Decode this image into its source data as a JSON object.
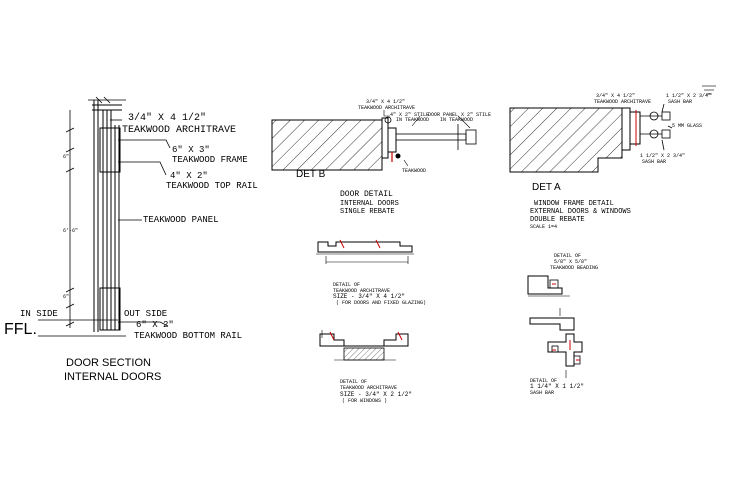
{
  "door_section": {
    "architrave_size": "3/4\" X 4 1/2\"",
    "architrave_label": "TEAKWOOD ARCHITRAVE",
    "frame_size": "6\" X 3\"",
    "frame_label": "TEAKWOOD FRAME",
    "top_rail_size": "4\" X 2\"",
    "top_rail_label": "TEAKWOOD TOP RAIL",
    "panel_label": "TEAKWOOD PANEL",
    "in_side": "IN SIDE",
    "out_side": "OUT SIDE",
    "bottom_rail_size": "6\" X 2\"",
    "bottom_rail_label": "TEAKWOOD BOTTOM RAIL",
    "ffl": "FFL.",
    "title_line1": "DOOR SECTION",
    "title_line2": "INTERNAL DOORS"
  },
  "det_b": {
    "label": "DET B",
    "note_architrave": "3/4\" X 4 1/2\"",
    "note_architrave_2": "TEAKWOOD ARCHITRAVE",
    "note_stile": "4\" X 2\" STILE",
    "note_stile_2": "IN TEAKWOOD",
    "note_door": "DOOR PANEL  X 2\" STILE",
    "note_door_2": "IN TEAKWOOD",
    "note_bottom": "TEAKWOOD",
    "title_1": "DOOR  DETAIL",
    "title_2": "INTERNAL DOORS",
    "title_3": "SINGLE REBATE"
  },
  "det_a": {
    "label": "DET A",
    "note_architrave": "3/4\" X 4 1/2\"",
    "note_architrave_2": "TEAKWOOD ARCHITRAVE",
    "note_sash": "1 1/2\" X 2 3/4\"",
    "note_sash_2": "SASH BAR",
    "note_glass": "5 MM GLASS",
    "note_sash_lower": "1 1/2\" X 2 3/4\"",
    "note_sash_lower_2": "SASH BAR",
    "title_1": "WINDOW FRAME DETAIL",
    "title_2": "EXTERNAL DOORS & WINDOWS",
    "title_3": "DOUBLE REBATE",
    "scale": "SCALE 1=4"
  },
  "architrave_door": {
    "line1": "DETAIL OF",
    "line2": "TEAKWOOD ARCHITRAVE",
    "line3": "SIZE - 3/4\" X 4 1/2\"",
    "line4": "( FOR DOORS  AND FIXED GLAZING)"
  },
  "architrave_window": {
    "line1": "DETAIL OF",
    "line2": "TEAKWOOD ARCHITRAVE",
    "line3": "SIZE - 3/4\" X 2 1/2\"",
    "line4": "( FOR WINDOWS )"
  },
  "beading": {
    "line1": "DETAIL OF",
    "line2": "5/8\" X 5/8\"",
    "line3": "TEAKWOOD BEADING"
  },
  "sash_bar": {
    "line1": "DETAIL OF",
    "line2": "1 1/4\" X 1 1/2\"",
    "line3": "SASH BAR"
  }
}
